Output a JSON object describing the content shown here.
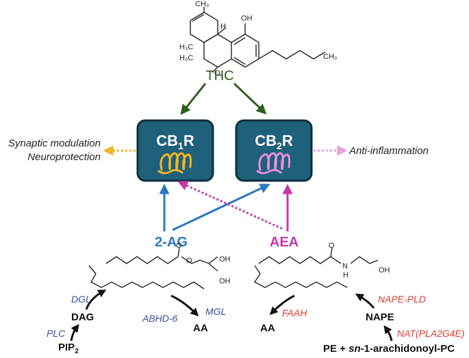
{
  "compounds": {
    "thc": "THC",
    "two_ag": "2-AG",
    "aea": "AEA"
  },
  "receptors": {
    "cb1": {
      "base": "CB",
      "sub": "1",
      "tail": "R"
    },
    "cb2": {
      "base": "CB",
      "sub": "2",
      "tail": "R"
    }
  },
  "effects": {
    "cb1_line1": "Synaptic modulation",
    "cb1_line2": "Neuroprotection",
    "cb2": "Anti-inflammation"
  },
  "thc_structure": {
    "oh": "OH",
    "me_top": "CH₃",
    "h": "H",
    "h3c_1": "H₃C",
    "h3c_2": "H₃C",
    "o": "O",
    "ch3_tail": "CH₃"
  },
  "structures": {
    "two_ag_o": "O",
    "two_ag_o2": "O",
    "two_ag_oh1": "OH",
    "two_ag_oh2": "OH",
    "aea_o": "O",
    "aea_n": "N",
    "aea_h": "H",
    "aea_oh": "OH"
  },
  "pathway_2ag": {
    "pip2_base": "PIP",
    "pip2_sub": "2",
    "plc": "PLC",
    "dag": "DAG",
    "dgl": "DGL",
    "abhd6": "ABHD-6",
    "mgl": "MGL",
    "aa": "AA"
  },
  "pathway_aea": {
    "faah": "FAAH",
    "aa": "AA",
    "nape": "NAPE",
    "nape_pld": "NAPE-PLD",
    "nat": "NAT(PLA2G4E)",
    "pe_prefix": "PE + ",
    "pe_sn": "sn",
    "pe_suffix": "-1-arachidonoyl-PC"
  },
  "colors": {
    "thc": "#2e5e1e",
    "receptor_box": "#1f607b",
    "receptor_border": "#0e2e3e",
    "cb1_protein": "#f2b622",
    "cb2_protein": "#e88fdc",
    "two_ag": "#2a78c0",
    "aea": "#c03aa8",
    "enzyme_blue": "#3a4fa0",
    "enzyme_red": "#e03a30"
  }
}
